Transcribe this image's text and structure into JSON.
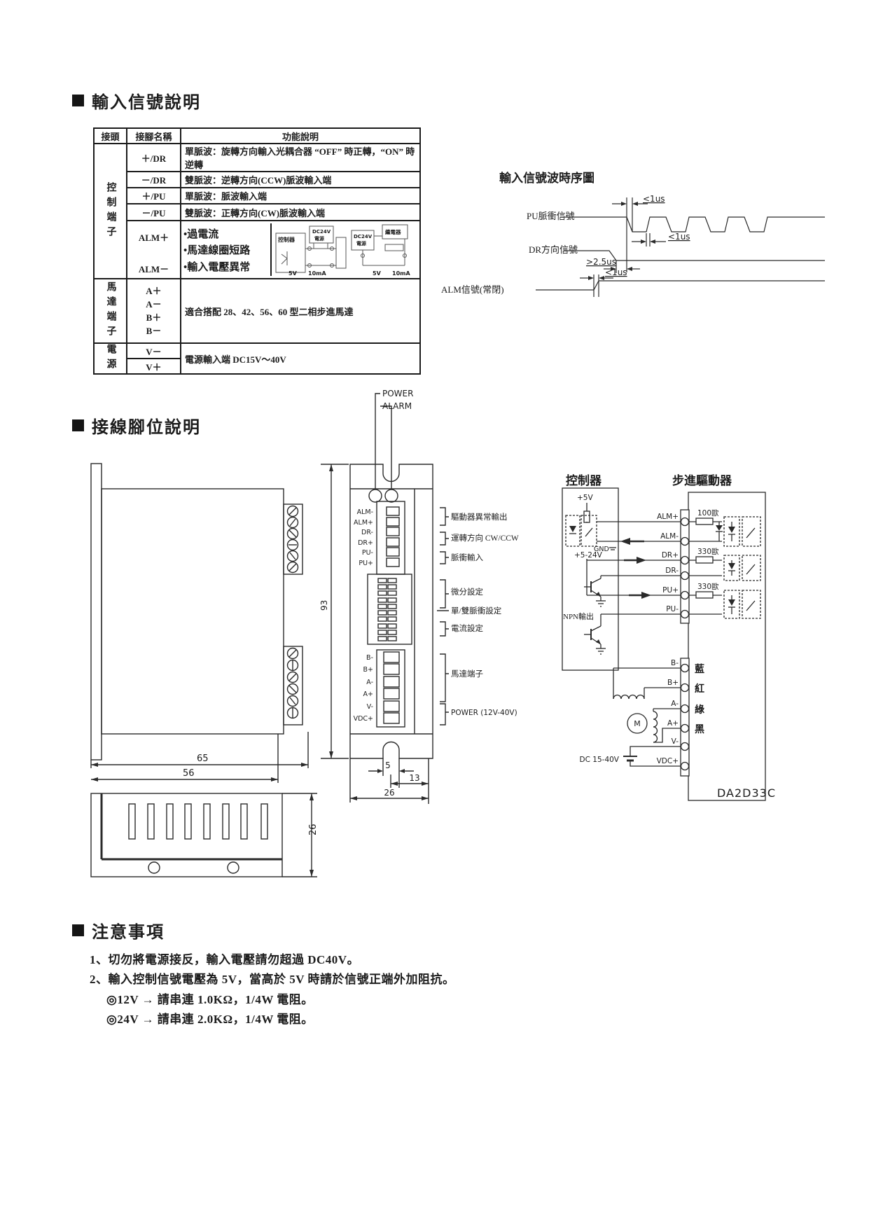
{
  "sections": {
    "s1": "輸入信號說明",
    "s2": "接線腳位說明",
    "s3": "注意事項"
  },
  "sig_table": {
    "h_conn": "接頭",
    "h_pin": "接腳名稱",
    "h_func": "功能說明",
    "g_control": "控制端子",
    "g_motor": "馬達端子",
    "g_power": "電源",
    "rows": [
      {
        "pin": "＋/DR",
        "desc": "單脈波：旋轉方向輸入光耦合器 “OFF” 時正轉，“ON” 時逆轉"
      },
      {
        "pin": "－/DR",
        "desc": "雙脈波：逆轉方向(CCW)脈波輸入端"
      },
      {
        "pin": "＋/PU",
        "desc": "單脈波：脈波輸入端"
      },
      {
        "pin": "－/PU",
        "desc": "雙脈波：正轉方向(CW)脈波輸入端"
      }
    ],
    "alm_plus": "ALM＋",
    "alm_minus": "ALM－",
    "alm_bullets": [
      "•過電流",
      "•馬達線圈短路",
      "•輸入電壓異常"
    ],
    "thumb": {
      "controller": "控制器",
      "supply1": "DC24V",
      "supply2": "電源",
      "relay": "繼電器",
      "v5": "5V",
      "ma": "10mA"
    },
    "motor_pins": [
      "A＋",
      "A－",
      "B＋",
      "B－"
    ],
    "motor_desc": "適合搭配 28、42、56、60 型二相步進馬達",
    "power_pin_top": "V－",
    "power_pin_bottom": "V＋",
    "power_desc": "電源輸入端 DC15V～40V"
  },
  "timing": {
    "title": "輸入信號波時序圖",
    "pu": "PU脈衝信號",
    "dr": "DR方向信號",
    "alm": "ALM信號(常閉)",
    "t1": "<1us",
    "t2": "<1us",
    "t3": ">2.5us",
    "t4": "<1us"
  },
  "front": {
    "power_led": "POWER",
    "alarm_led": "ALARM",
    "pins_upper": [
      "ALM-",
      "ALM+",
      "DR-",
      "DR+",
      "PU-",
      "PU+"
    ],
    "pins_lower": [
      "B-",
      "B+",
      "A-",
      "A+",
      "V-",
      "VDC+"
    ],
    "callouts": [
      "驅動器異常輸出",
      "運轉方向 CW/CCW",
      "脈衝輸入",
      "微分設定",
      "單/雙脈衝設定",
      "電流設定",
      "馬達端子",
      "POWER (12V-40V)"
    ],
    "dim_h": "93",
    "dim_5": "5",
    "dim_13": "13",
    "dim_26": "26"
  },
  "side": {
    "dim_total": "65",
    "dim_body": "56",
    "dim_depth": "26"
  },
  "wiring": {
    "controller": "控制器",
    "driver": "步進驅動器",
    "v5": "+5V",
    "gnd": "GND",
    "v524": "+5-24V",
    "npn": "NPN輸出",
    "r1": "100歐",
    "r2": "330歐",
    "r3": "330歐",
    "sig": [
      "ALM+",
      "ALM-",
      "DR+",
      "DR-",
      "PU+",
      "PU-"
    ],
    "motor": [
      {
        "pin": "B-",
        "color": "藍"
      },
      {
        "pin": "B+",
        "color": "紅"
      },
      {
        "pin": "A-",
        "color": "綠"
      },
      {
        "pin": "A+",
        "color": "黑"
      }
    ],
    "vminus": "V-",
    "vdcplus": "VDC+",
    "dc": "DC 15-40V",
    "m": "M",
    "model": "DA2D33C"
  },
  "notes": {
    "n1": "1、切勿將電源接反，輸入電壓請勿超過 DC40V。",
    "n2": "2、輸入控制信號電壓為 5V，當高於 5V 時請於信號正端外加阻抗。",
    "n3": "◎12V → 請串連 1.0KΩ，1/4W 電阻。",
    "n4": "◎24V → 請串連 2.0KΩ，1/4W 電阻。"
  }
}
